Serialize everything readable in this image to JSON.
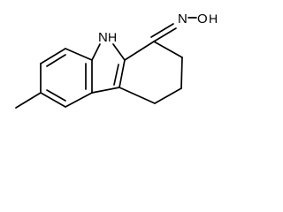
{
  "molecule": {
    "labels": {
      "nh_n": "N",
      "nh_h": "H",
      "oxime_n": "N",
      "oxime_o": "O",
      "oxime_h": "H"
    }
  }
}
